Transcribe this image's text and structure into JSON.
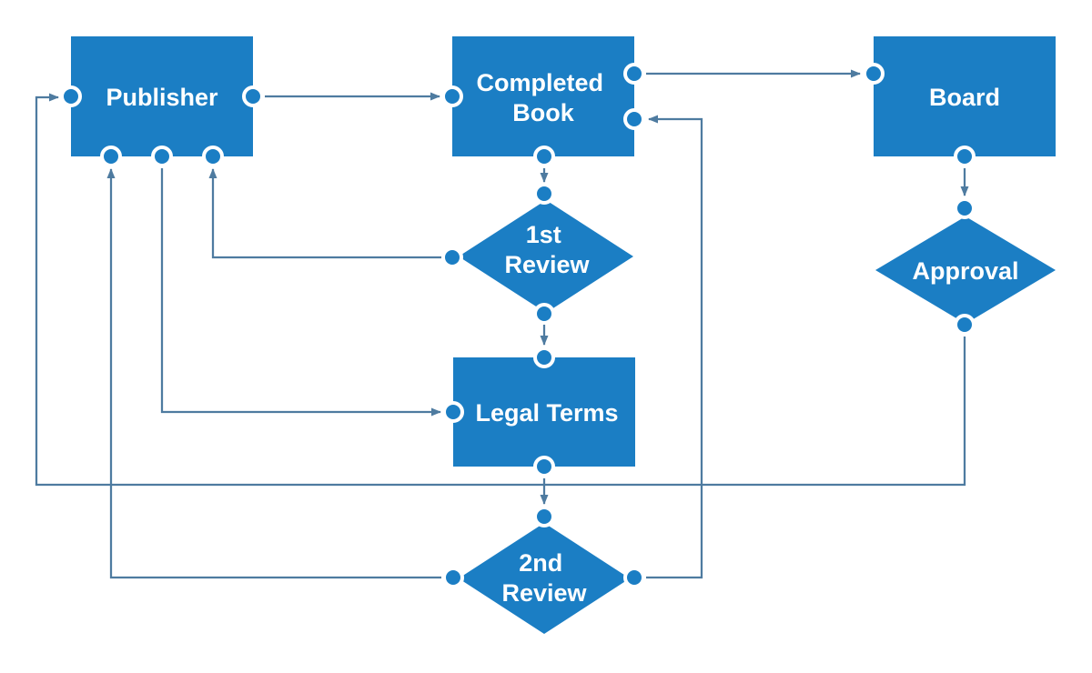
{
  "diagram": {
    "type": "flowchart",
    "colors": {
      "node_fill": "#1B7EC4",
      "node_text": "#FFFFFF",
      "connector": "#4E7BA0",
      "background": "#FFFFFF"
    },
    "nodes": [
      {
        "id": "publisher",
        "shape": "rectangle",
        "lines": [
          "Publisher"
        ]
      },
      {
        "id": "completed-book",
        "shape": "rectangle",
        "lines": [
          "Completed",
          "Book"
        ]
      },
      {
        "id": "board",
        "shape": "rectangle",
        "lines": [
          "Board"
        ]
      },
      {
        "id": "first-review",
        "shape": "diamond",
        "lines": [
          "1st",
          "Review"
        ]
      },
      {
        "id": "approval",
        "shape": "diamond",
        "lines": [
          "Approval"
        ]
      },
      {
        "id": "legal-terms",
        "shape": "rectangle",
        "lines": [
          "Legal Terms"
        ]
      },
      {
        "id": "second-review",
        "shape": "diamond",
        "lines": [
          "2nd",
          "Review"
        ]
      }
    ],
    "edges": [
      {
        "id": "publisher-to-completed-book",
        "from": "publisher.right",
        "to": "completed-book.left",
        "arrow": true
      },
      {
        "id": "completed-book-to-board",
        "from": "completed-book.top-right",
        "to": "board.left",
        "arrow": true
      },
      {
        "id": "completed-book-to-first-review",
        "from": "completed-book.bottom",
        "to": "first-review.top",
        "arrow": true
      },
      {
        "id": "first-review-to-publisher",
        "from": "first-review.left",
        "to": "publisher.bottom-3",
        "arrow": true
      },
      {
        "id": "first-review-to-legal-terms",
        "from": "first-review.bottom",
        "to": "legal-terms.top",
        "arrow": true
      },
      {
        "id": "publisher-to-legal-terms",
        "from": "publisher.bottom-2",
        "to": "legal-terms.left",
        "arrow": true
      },
      {
        "id": "legal-terms-to-second-review",
        "from": "legal-terms.bottom",
        "to": "second-review.top",
        "arrow": true
      },
      {
        "id": "second-review-to-publisher",
        "from": "second-review.left",
        "to": "publisher.bottom-1",
        "arrow": true
      },
      {
        "id": "second-review-to-completed-book",
        "from": "second-review.right",
        "to": "completed-book.right-lower",
        "arrow": true
      },
      {
        "id": "board-to-approval",
        "from": "board.bottom",
        "to": "approval.top",
        "arrow": true
      },
      {
        "id": "approval-to-publisher",
        "from": "approval.bottom",
        "to": "publisher.left",
        "arrow": true
      }
    ]
  }
}
